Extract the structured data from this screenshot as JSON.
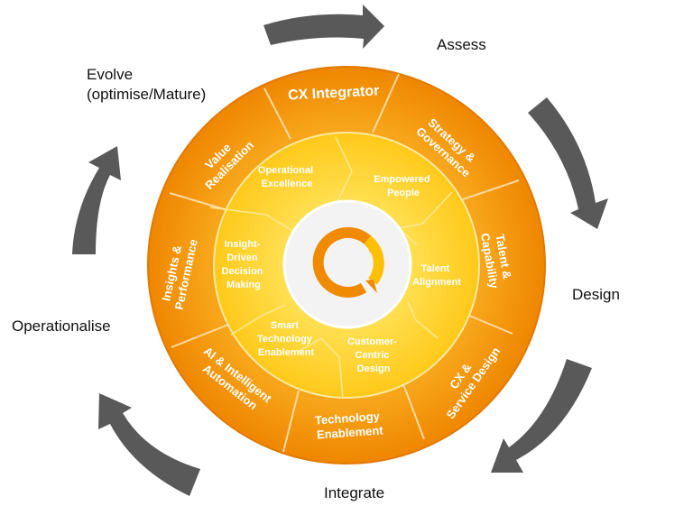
{
  "colors": {
    "orange_outer": "#f08a00",
    "orange_light": "#f7a51a",
    "segment_line": "#ffd9a0",
    "yellow_ring": "#ffd21a",
    "yellow_light": "#ffe35a",
    "arrow_gray": "#595959",
    "logo_orange": "#f08a00",
    "logo_yellow": "#ffc000"
  },
  "center_logo": {
    "name": "cx-logo-icon"
  },
  "cycle_stages": {
    "assess": "Assess",
    "design": "Design",
    "integrate": "Integrate",
    "operationalise": "Operationalise",
    "evolve_line1": "Evolve",
    "evolve_line2": "(optimise/Mature)"
  },
  "outer_segments": {
    "cx_integrator": "CX Integrator",
    "strategy_l1": "Strategy &",
    "strategy_l2": "Governance",
    "talent_l1": "Talent &",
    "talent_l2": "Capability",
    "cx_service_l1": "CX &",
    "cx_service_l2": "Service Design",
    "tech_l1": "Technology",
    "tech_l2": "Enablement",
    "ai_l1": "AI & Intelligent",
    "ai_l2": "Automation",
    "insights_l1": "Insights &",
    "insights_l2": "Performance",
    "value_l1": "Value",
    "value_l2": "Realisation"
  },
  "inner_segments": {
    "op_l1": "Operational",
    "op_l2": "Excellence",
    "emp_l1": "Empowered",
    "emp_l2": "People",
    "talent_l1": "Talent",
    "talent_l2": "Alignment",
    "cust_l1": "Customer-",
    "cust_l2": "Centric",
    "cust_l3": "Design",
    "smart_l1": "Smart",
    "smart_l2": "Technology",
    "smart_l3": "Enablement",
    "insight_l1": "Insight-",
    "insight_l2": "Driven",
    "insight_l3": "Decision",
    "insight_l4": "Making"
  }
}
